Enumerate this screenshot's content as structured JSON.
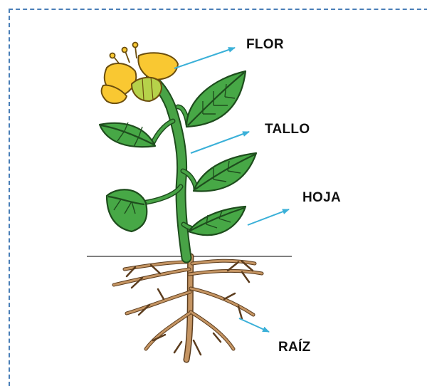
{
  "labels": {
    "flor": "FLOR",
    "tallo": "TALLO",
    "hoja": "HOJA",
    "raiz": "RAÍZ"
  },
  "colors": {
    "frame_border": "#4a7fb8",
    "arrow": "#3ab0d8",
    "petal": "#f9c832",
    "petal_stroke": "#6b4e0e",
    "sepal": "#b6d24a",
    "leaf": "#47a846",
    "leaf_vein": "#1e4d1d",
    "stem": "#48a346",
    "root": "#c49462",
    "root_stroke": "#5c3d1e",
    "ground_line": "#555555"
  },
  "icons": {
    "plant": "plant-illustration"
  }
}
